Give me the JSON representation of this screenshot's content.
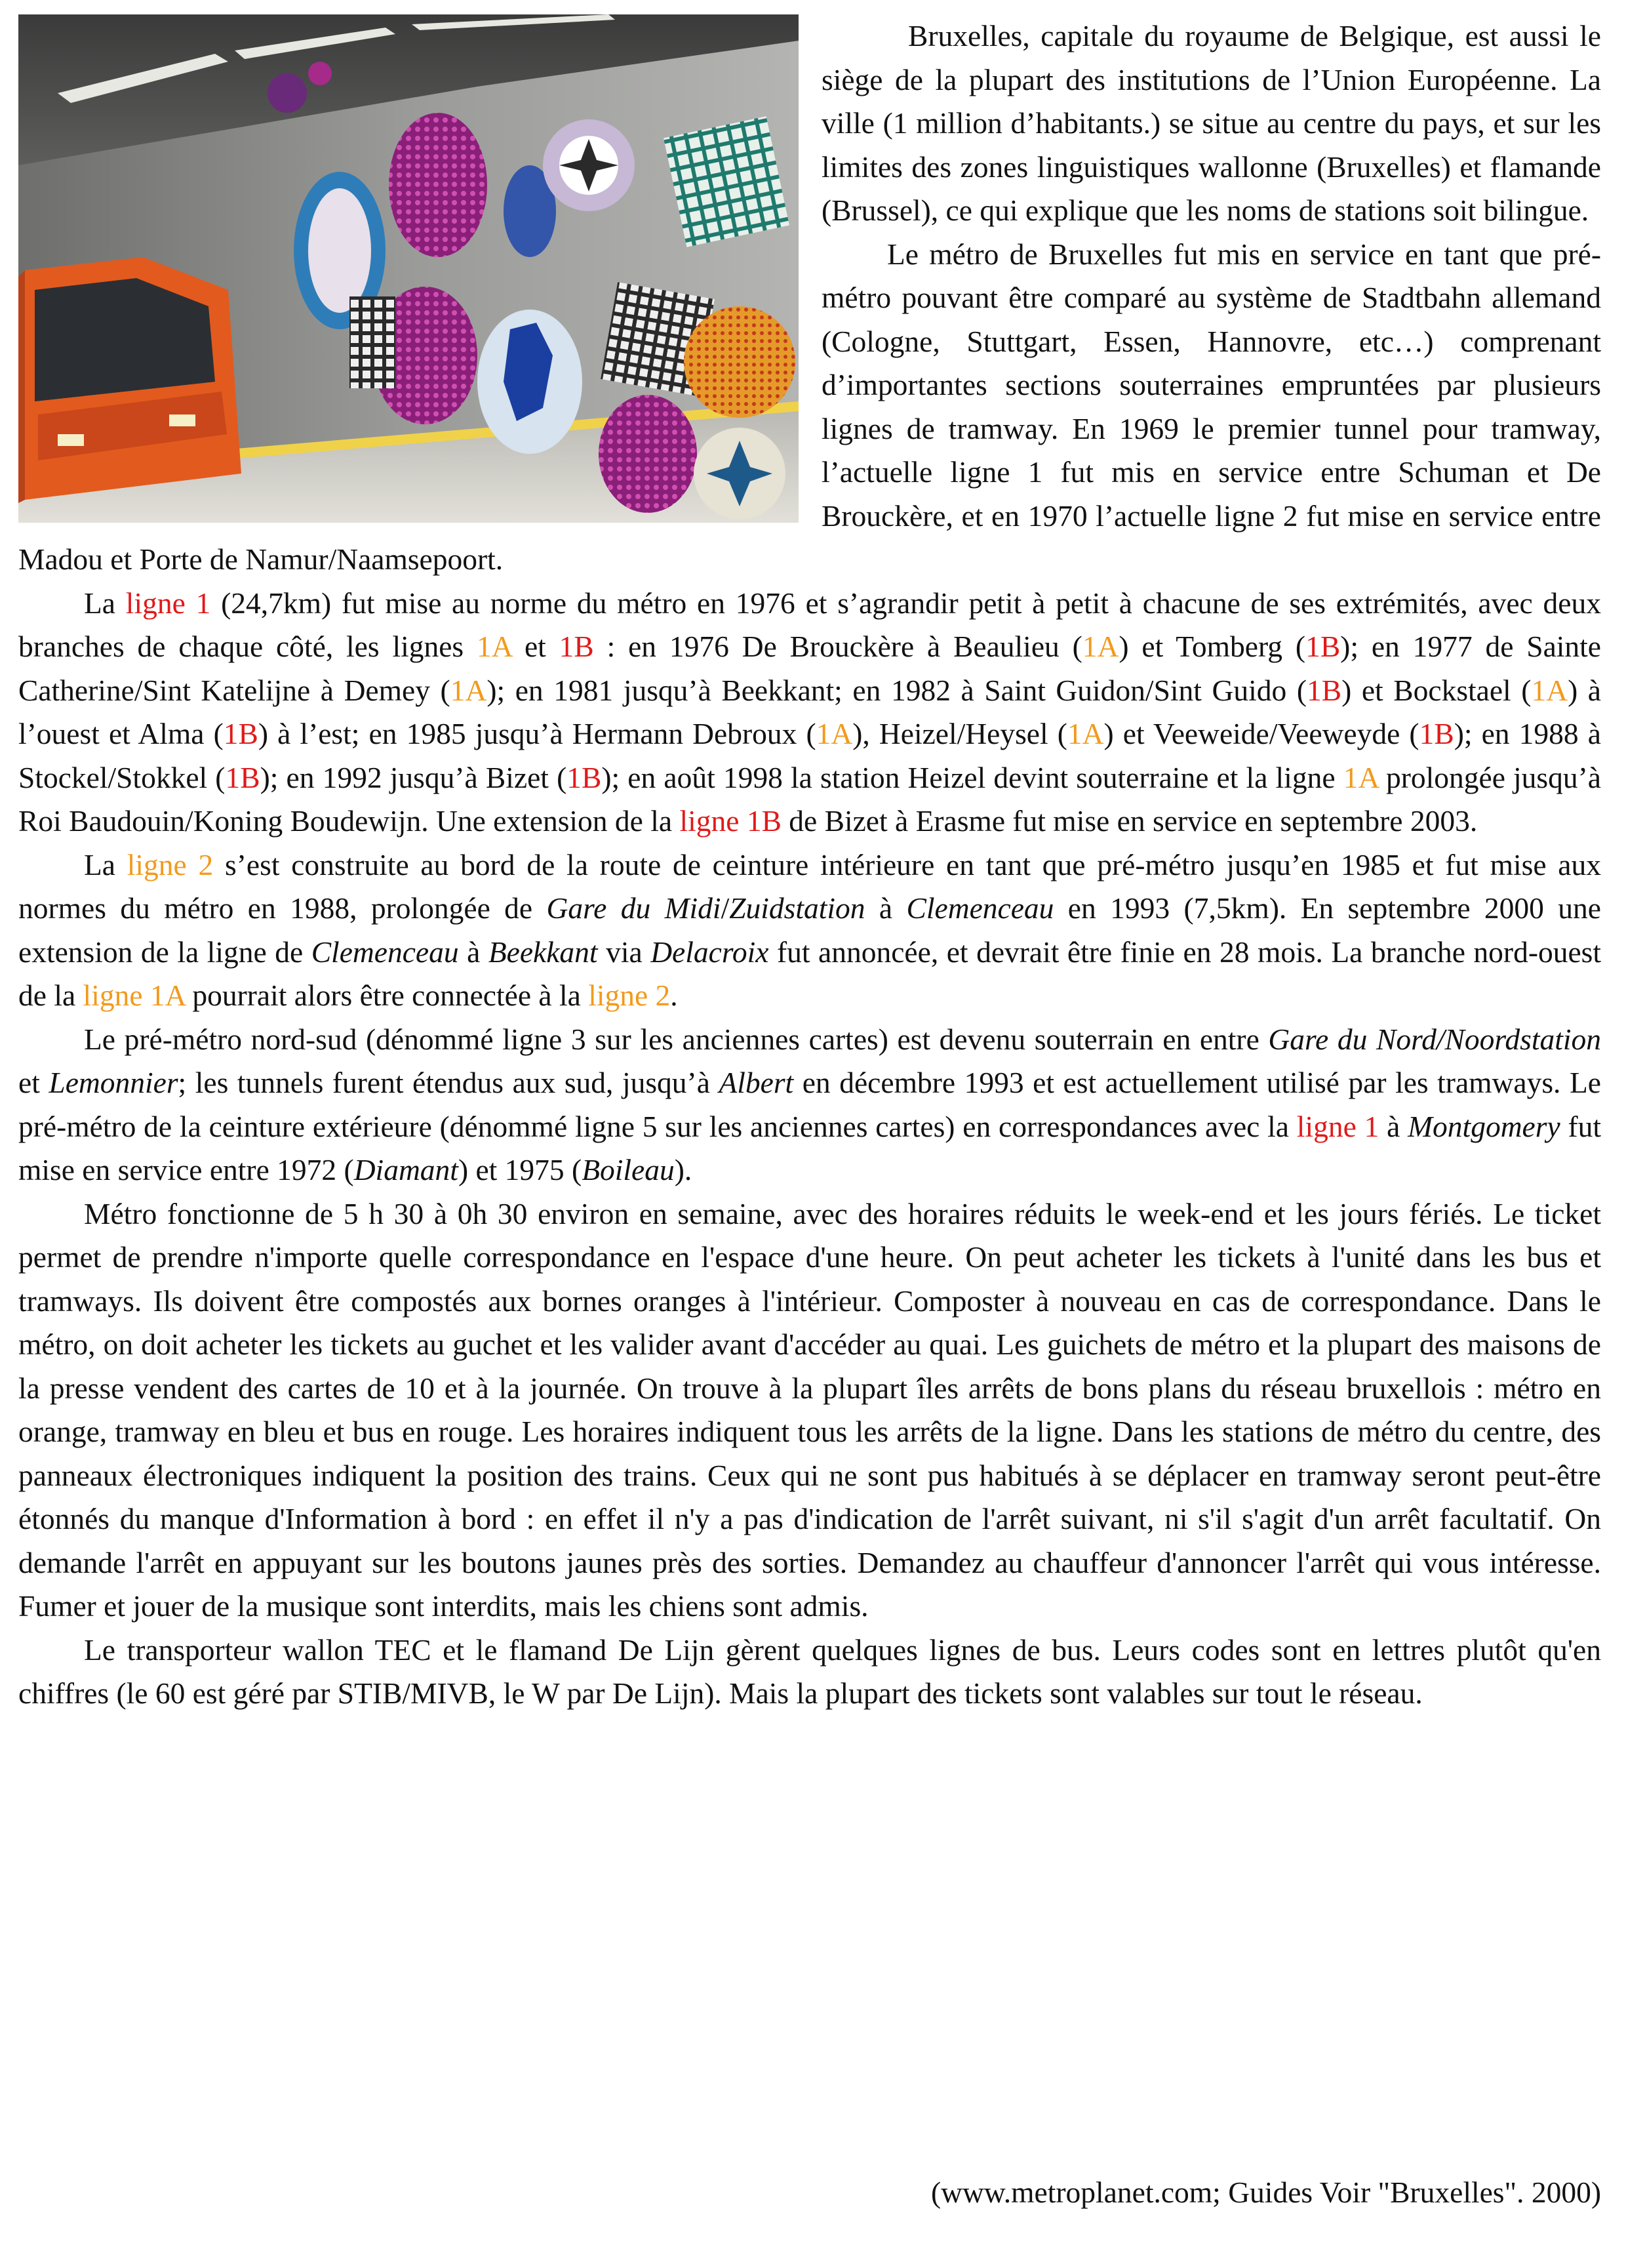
{
  "photo": {
    "alt": "Brussels metro train at a station with decorative wall art"
  },
  "paragraphs": {
    "p1": "Bruxelles, capitale du royaume de Belgique, est aussi le siège de la plupart des institutions de l’Union Européenne. La ville (1 million d’habitants.) se situe au centre du pays, et sur les limites des zones linguistiques wallonne (Bruxelles) et flamande (Brussel), ce qui explique que les noms de stations soit bilingue.",
    "p2": "Le métro de Bruxelles fut mis en service en tant que pré-métro pouvant être comparé au système de Stadtbahn allemand (Cologne, Stuttgart, Essen, Hannovre, etc…) comprenant d’importantes sections souterraines empruntées par plusieurs lignes de tramway. En 1969 le premier tunnel pour tramway, l’actuelle ligne 1 fut mis en service entre Schuman et De Brouckère, et en 1970 l’actuelle ligne 2 fut mise en service entre Madou et Porte de Namur/Naamsepoort.",
    "p3": [
      "La ",
      {
        "red": "ligne 1"
      },
      " (24,7km) fut mise au norme du métro en 1976 et s’agrandir petit à petit à chacune de ses extrémités, avec deux branches de chaque côté, les lignes ",
      {
        "orange": "1A"
      },
      " et ",
      {
        "red": "1B"
      },
      " : en 1976 De Brouckère à Beaulieu (",
      {
        "orange": "1A"
      },
      ") et Tomberg (",
      {
        "red": "1B"
      },
      "); en 1977 de Sainte Catherine/Sint Katelijne à Demey (",
      {
        "orange": "1A"
      },
      "); en 1981 jusqu’à Beekkant; en 1982 à Saint Guidon/Sint Guido (",
      {
        "red": "1B"
      },
      ") et Bockstael (",
      {
        "orange": "1A"
      },
      ") à l’ouest et Alma (",
      {
        "red": "1B"
      },
      ") à l’est; en 1985 jusqu’à Hermann Debroux (",
      {
        "orange": "1A"
      },
      "), Heizel/Heysel (",
      {
        "orange": "1A"
      },
      ") et Veeweide/Veeweyde (",
      {
        "red": "1B"
      },
      "); en 1988 à Stockel/Stokkel (",
      {
        "red": "1B"
      },
      "); en 1992 jusqu’à Bizet (",
      {
        "red": "1B"
      },
      "); en août 1998 la station Heizel devint souterraine et la ligne ",
      {
        "orange": "1A"
      },
      " prolongée jusqu’à Roi Baudouin/Koning Boudewijn. Une extension de la ",
      {
        "red": "ligne 1B"
      },
      " de Bizet à Erasme fut mise en service en septembre 2003."
    ],
    "p4": [
      "La ",
      {
        "orange": "ligne 2"
      },
      " s’est construite au bord de la route de ceinture intérieure en tant que pré-métro jusqu’en 1985 et fut mise aux normes du métro en 1988, prolongée de ",
      {
        "it": "Gare du Midi"
      },
      "/",
      {
        "it": "Zuidstation"
      },
      " à ",
      {
        "it": "Clemenceau"
      },
      " en 1993 (7,5km). En septembre 2000 une extension de la ligne de ",
      {
        "it": "Clemenceau"
      },
      " à ",
      {
        "it": "Beekkant"
      },
      " via ",
      {
        "it": "Delacroix"
      },
      " fut annoncée, et devrait être finie en 28 mois. La branche nord-ouest de la ",
      {
        "orange": "ligne 1A"
      },
      " pourrait alors être connectée à la ",
      {
        "orange": "ligne 2"
      },
      "."
    ],
    "p5": [
      "Le pré-métro nord-sud (dénommé ligne 3 sur les anciennes cartes) est devenu souterrain en entre ",
      {
        "it": "Gare du Nord/Noordstation"
      },
      " et ",
      {
        "it": "Lemonnier"
      },
      "; les tunnels furent étendus aux sud, jusqu’à ",
      {
        "it": "Albert"
      },
      " en décembre 1993 et est actuellement utilisé par les tramways. Le pré-métro de la ceinture extérieure (dénommé ligne 5 sur les anciennes cartes) en correspondances avec la ",
      {
        "red": "ligne 1"
      },
      " à ",
      {
        "it": "Montgomery"
      },
      " fut mise en service entre 1972 (",
      {
        "it": "Diamant"
      },
      ") et 1975 (",
      {
        "it": "Boileau"
      },
      ")."
    ],
    "p6": "Métro fonctionne de 5 h 30 à 0h 30 environ en semaine, avec des horaires réduits le week-end et les jours fériés. Le ticket permet de prendre n'importe quelle correspondance en l'espace d'une heure. On peut acheter les tickets à l'unité dans les bus et tramways. Ils doivent être compostés aux bornes oranges à l'intérieur. Composter à nouveau en cas de correspondance. Dans le métro, on doit acheter les tickets au guchet et les valider avant d'accéder au quai. Les guichets de métro et la plupart des maisons de la presse vendent des cartes de 10 et à la journée. On trouve à la plupart îles arrêts de bons plans du réseau bruxellois : métro en orange, tramway en bleu et bus en rouge. Les horaires indiquent tous les arrêts de la ligne. Dans les stations de métro du centre, des panneaux électroniques indiquent la position des trains. Ceux qui ne sont pus habitués à se déplacer en tramway seront peut-être étonnés du manque d'Information à bord : en effet il n'y a pas d'indication de l'arrêt suivant, ni s'il s'agit d'un arrêt facultatif. On demande l'arrêt en appuyant sur les boutons jaunes près des sorties. Demandez au chauffeur d'annoncer l'arrêt qui vous intéresse. Fumer et jouer de la musique sont interdits, mais les chiens sont admis.",
    "p7": "Le transporteur wallon TEC et le flamand De Lijn gèrent quelques lignes de bus. Leurs codes sont en lettres plutôt qu'en chiffres (le 60 est géré par STIB/MIVB, le W par De Lijn). Mais la plupart des tickets sont valables sur tout le réseau."
  },
  "source": "(www.metroplanet.com; Guides Voir \"Bruxelles\". 2000)",
  "colors": {
    "red_link": "#e01a1a",
    "orange_link": "#f29a1c"
  }
}
